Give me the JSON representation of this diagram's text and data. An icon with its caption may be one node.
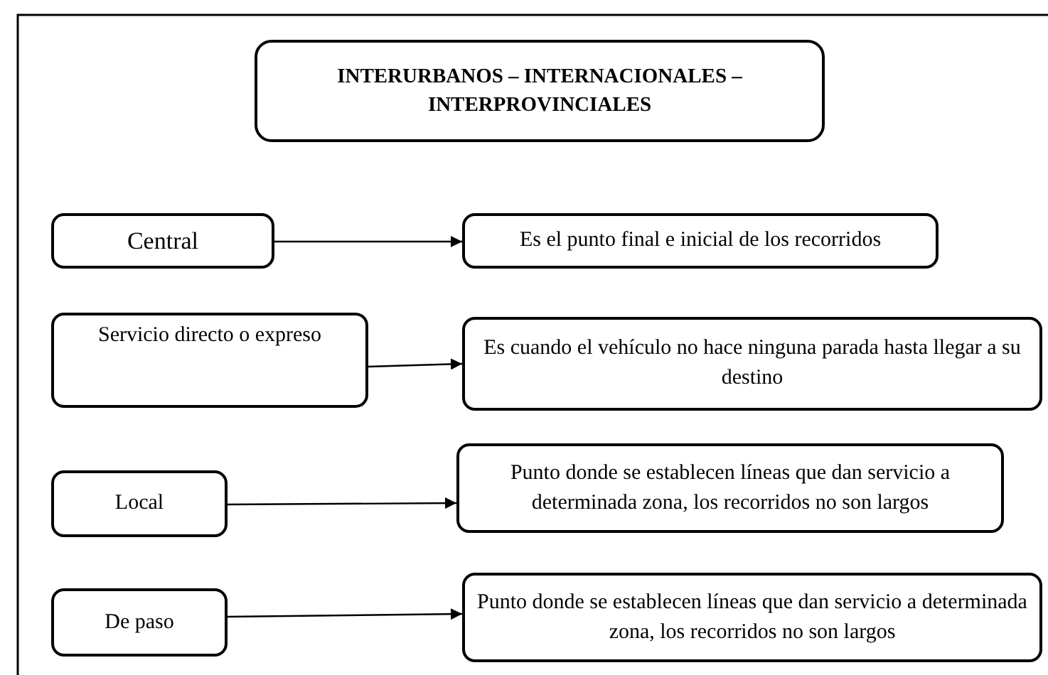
{
  "diagram": {
    "nodes": [
      {
        "text": [
          "INTERURBANOS – INTERNACIONALES – INTERPROVINCIALES"
        ]
      },
      {
        "text": [
          "Central"
        ]
      },
      {
        "text": [
          "Es el punto final e inicial de los recorridos"
        ]
      },
      {
        "text": [
          "Servicio directo o expreso"
        ]
      },
      {
        "text": [
          "Es cuando el vehículo no hace ninguna parada hasta llegar a su destino"
        ]
      },
      {
        "text": [
          "Local"
        ]
      },
      {
        "text": [
          "Punto donde se establecen líneas que dan servicio a determinada zona, los recorridos no son largos"
        ]
      },
      {
        "text": [
          "De paso"
        ]
      },
      {
        "text": [
          "Punto donde se establecen líneas que dan servicio a determinada zona, los recorridos no son largos"
        ]
      }
    ],
    "edges": [
      {
        "from": 1,
        "to": 2,
        "arrow": "to"
      },
      {
        "from": 3,
        "to": 4,
        "arrow": "to"
      },
      {
        "from": 5,
        "to": 6,
        "arrow": "to"
      },
      {
        "from": 7,
        "to": 8,
        "arrow": "to"
      }
    ]
  }
}
